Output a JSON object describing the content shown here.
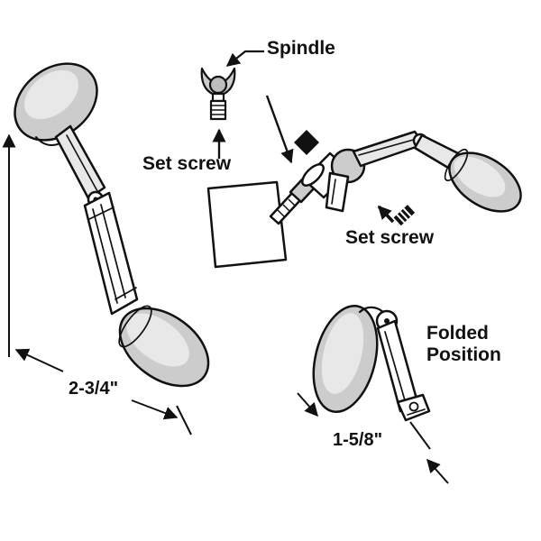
{
  "figure": {
    "labels": {
      "spindle": "Spindle",
      "set_screw_top": "Set screw",
      "set_screw_right": "Set screw",
      "folded_line1": "Folded",
      "folded_line2": "Position"
    },
    "dimensions": {
      "handle_length": "2-3/4\"",
      "folded_length": "1-5/8\""
    },
    "colors": {
      "line": "#111111",
      "shade": "#cccccc",
      "shade_light": "#e8e8e8",
      "background": "#ffffff"
    }
  }
}
